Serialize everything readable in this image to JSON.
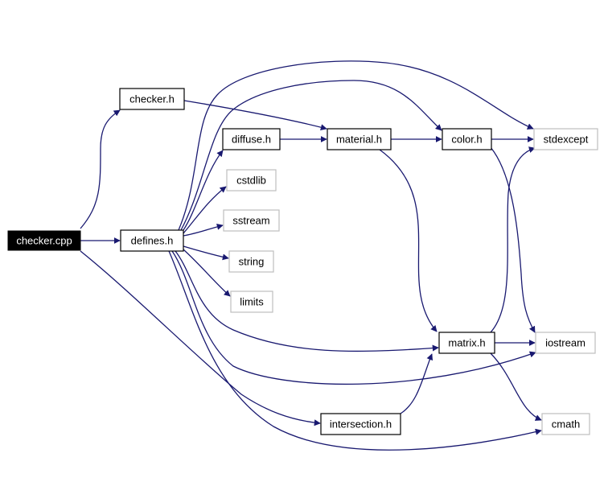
{
  "colors": {
    "edge": "#191970",
    "root_fill": "#000000",
    "root_text": "#ffffff",
    "local_border": "#000000",
    "system_border": "#bfbfbf",
    "text": "#000000"
  },
  "nodes": [
    {
      "id": "checker_cpp",
      "label": "checker.cpp",
      "kind": "root"
    },
    {
      "id": "checker_h",
      "label": "checker.h",
      "kind": "local"
    },
    {
      "id": "defines_h",
      "label": "defines.h",
      "kind": "local"
    },
    {
      "id": "diffuse_h",
      "label": "diffuse.h",
      "kind": "local"
    },
    {
      "id": "material_h",
      "label": "material.h",
      "kind": "local"
    },
    {
      "id": "color_h",
      "label": "color.h",
      "kind": "local"
    },
    {
      "id": "stdexcept",
      "label": "stdexcept",
      "kind": "system"
    },
    {
      "id": "cstdlib",
      "label": "cstdlib",
      "kind": "system"
    },
    {
      "id": "sstream",
      "label": "sstream",
      "kind": "system"
    },
    {
      "id": "string",
      "label": "string",
      "kind": "system"
    },
    {
      "id": "limits",
      "label": "limits",
      "kind": "system"
    },
    {
      "id": "matrix_h",
      "label": "matrix.h",
      "kind": "local"
    },
    {
      "id": "iostream",
      "label": "iostream",
      "kind": "system"
    },
    {
      "id": "intersection_h",
      "label": "intersection.h",
      "kind": "local"
    },
    {
      "id": "cmath",
      "label": "cmath",
      "kind": "system"
    }
  ],
  "edges": [
    {
      "from": "checker_cpp",
      "to": "checker_h"
    },
    {
      "from": "checker_cpp",
      "to": "defines_h"
    },
    {
      "from": "checker_cpp",
      "to": "intersection_h"
    },
    {
      "from": "checker_h",
      "to": "material_h"
    },
    {
      "from": "defines_h",
      "to": "diffuse_h"
    },
    {
      "from": "defines_h",
      "to": "cstdlib"
    },
    {
      "from": "defines_h",
      "to": "sstream"
    },
    {
      "from": "defines_h",
      "to": "string"
    },
    {
      "from": "defines_h",
      "to": "limits"
    },
    {
      "from": "defines_h",
      "to": "stdexcept"
    },
    {
      "from": "defines_h",
      "to": "color_h"
    },
    {
      "from": "defines_h",
      "to": "matrix_h"
    },
    {
      "from": "defines_h",
      "to": "iostream"
    },
    {
      "from": "defines_h",
      "to": "cmath"
    },
    {
      "from": "diffuse_h",
      "to": "material_h"
    },
    {
      "from": "material_h",
      "to": "color_h"
    },
    {
      "from": "material_h",
      "to": "matrix_h"
    },
    {
      "from": "color_h",
      "to": "stdexcept"
    },
    {
      "from": "color_h",
      "to": "iostream"
    },
    {
      "from": "matrix_h",
      "to": "stdexcept"
    },
    {
      "from": "matrix_h",
      "to": "iostream"
    },
    {
      "from": "matrix_h",
      "to": "cmath"
    },
    {
      "from": "intersection_h",
      "to": "matrix_h"
    }
  ]
}
